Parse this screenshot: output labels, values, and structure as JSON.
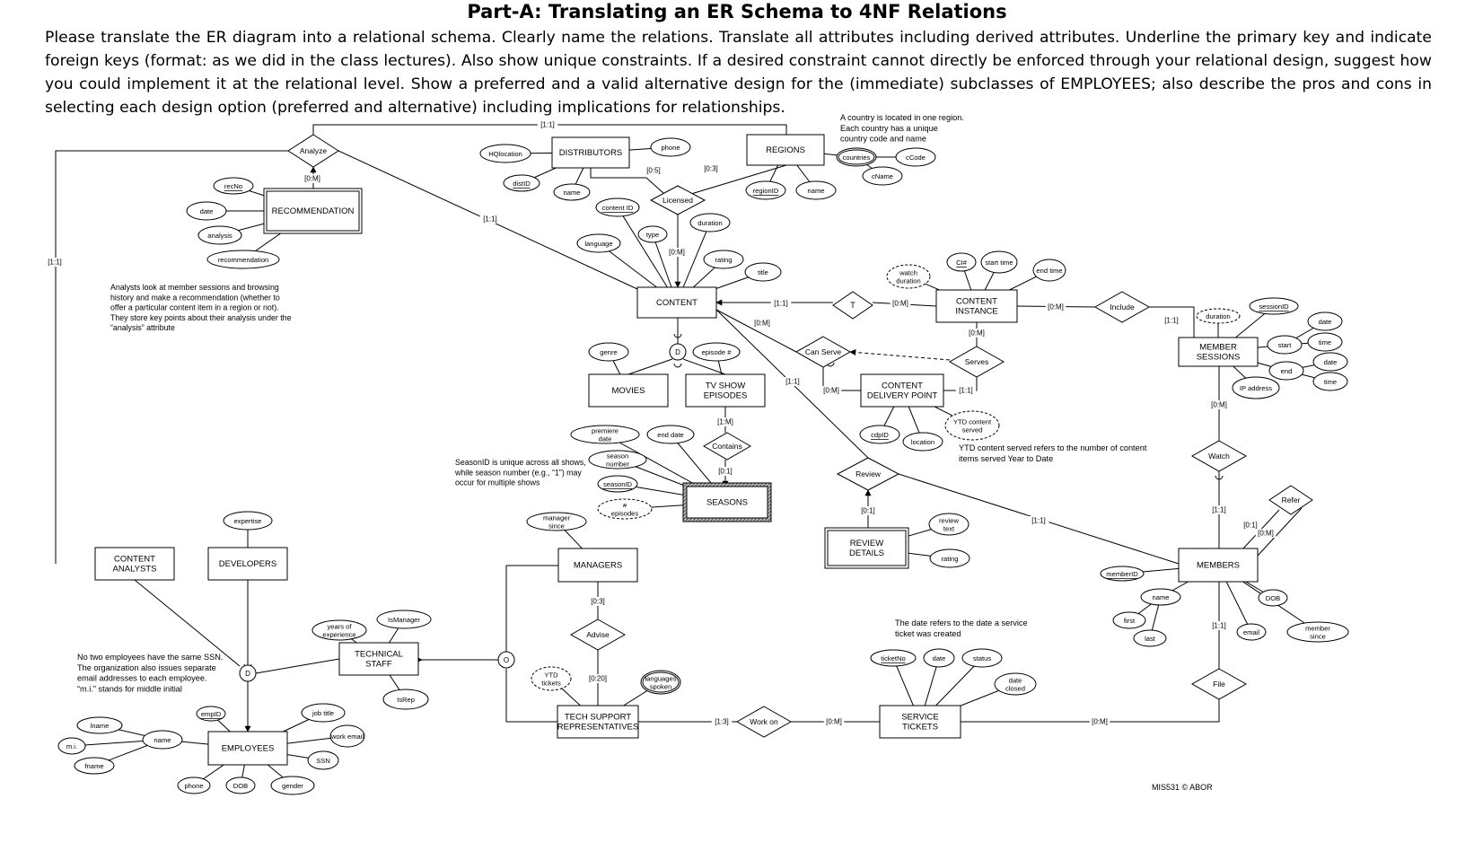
{
  "title": "Part-A:  Translating an ER Schema to 4NF Relations",
  "instructions": "Please translate the ER diagram into a relational schema. Clearly name the relations. Translate all attributes including derived attributes. Underline the primary key and indicate foreign keys (format: as we did in the class lectures). Also show unique constraints. If a desired constraint cannot directly be enforced through your relational design, suggest how you could implement it at the relational level. Show a preferred and a valid alternative design for the (immediate) subclasses of EMPLOYEES; also describe the pros and cons in selecting each design option (preferred and alternative) including implications for relationships.",
  "copyright": "MIS531 © ABOR",
  "entities": [
    {
      "id": "distributors",
      "label": "DISTRIBUTORS"
    },
    {
      "id": "regions",
      "label": "REGIONS"
    },
    {
      "id": "recommendation",
      "label": "RECOMMENDATION",
      "kind": "weak"
    },
    {
      "id": "content",
      "label": "CONTENT"
    },
    {
      "id": "content_instance",
      "label": "CONTENT INSTANCE"
    },
    {
      "id": "member_sessions",
      "label": "MEMBER SESSIONS"
    },
    {
      "id": "movies",
      "label": "MOVIES"
    },
    {
      "id": "tv_show_episodes",
      "label": "TV SHOW EPISODES"
    },
    {
      "id": "content_delivery_point",
      "label": "CONTENT DELIVERY POINT"
    },
    {
      "id": "seasons",
      "label": "SEASONS",
      "kind": "weak"
    },
    {
      "id": "review_details",
      "label": "REVIEW DETAILS",
      "kind": "weak"
    },
    {
      "id": "content_analysts",
      "label": "CONTENT ANALYSTS"
    },
    {
      "id": "developers",
      "label": "DEVELOPERS"
    },
    {
      "id": "managers",
      "label": "MANAGERS"
    },
    {
      "id": "members",
      "label": "MEMBERS"
    },
    {
      "id": "technical_staff",
      "label": "TECHNICAL STAFF"
    },
    {
      "id": "tech_support_reps",
      "label": "TECH SUPPORT REPRESENTATIVES"
    },
    {
      "id": "service_tickets",
      "label": "SERVICE TICKETS"
    },
    {
      "id": "employees",
      "label": "EMPLOYEES"
    }
  ],
  "relationships": [
    {
      "id": "analyze",
      "label": "Analyze"
    },
    {
      "id": "licensed",
      "label": "Licensed"
    },
    {
      "id": "t",
      "label": "T"
    },
    {
      "id": "include",
      "label": "Include"
    },
    {
      "id": "can_serve",
      "label": "Can Serve"
    },
    {
      "id": "serves",
      "label": "Serves"
    },
    {
      "id": "contains",
      "label": "Contains"
    },
    {
      "id": "watch",
      "label": "Watch"
    },
    {
      "id": "review",
      "label": "Review"
    },
    {
      "id": "refer",
      "label": "Refer"
    },
    {
      "id": "advise",
      "label": "Advise"
    },
    {
      "id": "file",
      "label": "File"
    },
    {
      "id": "work_on",
      "label": "Work on"
    }
  ],
  "attributes": [
    {
      "id": "hqlocation",
      "label": "HQlocation"
    },
    {
      "id": "phone_dist",
      "label": "phone"
    },
    {
      "id": "distid",
      "label": "distID",
      "key": true
    },
    {
      "id": "name_dist",
      "label": "name"
    },
    {
      "id": "countries",
      "label": "countries",
      "multivalued": true
    },
    {
      "id": "ccode",
      "label": "cCode"
    },
    {
      "id": "cname",
      "label": "cName"
    },
    {
      "id": "regionid",
      "label": "regionID",
      "key": true
    },
    {
      "id": "name_region",
      "label": "name"
    },
    {
      "id": "recno",
      "label": "recNo",
      "key": true
    },
    {
      "id": "date_rec",
      "label": "date"
    },
    {
      "id": "analysis",
      "label": "analysis"
    },
    {
      "id": "recommendation_attr",
      "label": "recommendation"
    },
    {
      "id": "contentid",
      "label": "content ID",
      "key": true
    },
    {
      "id": "type",
      "label": "type"
    },
    {
      "id": "duration",
      "label": "duration"
    },
    {
      "id": "language",
      "label": "language"
    },
    {
      "id": "rating_content",
      "label": "rating"
    },
    {
      "id": "title_attr",
      "label": "title"
    },
    {
      "id": "watch_duration",
      "label": "watch duration",
      "derived": true
    },
    {
      "id": "ci_num",
      "label": "CI#",
      "key": true
    },
    {
      "id": "start_time_ci",
      "label": "start time"
    },
    {
      "id": "end_time_ci",
      "label": "end time"
    },
    {
      "id": "duration_ms",
      "label": "duration",
      "derived": true
    },
    {
      "id": "sessionid",
      "label": "sessionID",
      "key": true
    },
    {
      "id": "start_ms",
      "label": "start"
    },
    {
      "id": "end_ms",
      "label": "end"
    },
    {
      "id": "date_start",
      "label": "date"
    },
    {
      "id": "time_start",
      "label": "time"
    },
    {
      "id": "date_end",
      "label": "date"
    },
    {
      "id": "time_end",
      "label": "time"
    },
    {
      "id": "ip_address",
      "label": "IP address"
    },
    {
      "id": "genre",
      "label": "genre"
    },
    {
      "id": "episode_num",
      "label": "episode #"
    },
    {
      "id": "cdpid",
      "label": "cdpID",
      "key": true
    },
    {
      "id": "location",
      "label": "location"
    },
    {
      "id": "ytd_content_served",
      "label": "YTD content served",
      "derived": true
    },
    {
      "id": "premiere_date",
      "label": "premiere date"
    },
    {
      "id": "end_date",
      "label": "end date"
    },
    {
      "id": "season_number",
      "label": "season number"
    },
    {
      "id": "seasonid",
      "label": "seasonID",
      "key": true
    },
    {
      "id": "num_episodes",
      "label": "# episodes",
      "derived": true
    },
    {
      "id": "review_text",
      "label": "review text"
    },
    {
      "id": "rating_review",
      "label": "rating"
    },
    {
      "id": "expertise",
      "label": "expertise"
    },
    {
      "id": "manager_since",
      "label": "manager since"
    },
    {
      "id": "memberid",
      "label": "memberID",
      "key": true
    },
    {
      "id": "name_member",
      "label": "name"
    },
    {
      "id": "first",
      "label": "first"
    },
    {
      "id": "last",
      "label": "last"
    },
    {
      "id": "dob_member",
      "label": "DOB"
    },
    {
      "id": "email_member",
      "label": "email"
    },
    {
      "id": "member_since",
      "label": "member since"
    },
    {
      "id": "years_of_experience",
      "label": "years of experience"
    },
    {
      "id": "ismanager",
      "label": "IsManager"
    },
    {
      "id": "isrep",
      "label": "IsRep"
    },
    {
      "id": "ytd_tickets",
      "label": "YTD tickets",
      "derived": true
    },
    {
      "id": "languages_spoken",
      "label": "languages spoken",
      "multivalued": true
    },
    {
      "id": "ticketno",
      "label": "ticketNo",
      "key": true
    },
    {
      "id": "date_ticket",
      "label": "date"
    },
    {
      "id": "status",
      "label": "status"
    },
    {
      "id": "date_closed",
      "label": "date closed"
    },
    {
      "id": "empid",
      "label": "empID",
      "key": true
    },
    {
      "id": "job_title",
      "label": "job title"
    },
    {
      "id": "work_email",
      "label": "work email"
    },
    {
      "id": "ssn",
      "label": "SSN"
    },
    {
      "id": "lname",
      "label": "lname"
    },
    {
      "id": "mi",
      "label": "m.i."
    },
    {
      "id": "fname",
      "label": "fname"
    },
    {
      "id": "name_emp",
      "label": "name"
    },
    {
      "id": "phone_emp",
      "label": "phone"
    },
    {
      "id": "dob_emp",
      "label": "DOB"
    },
    {
      "id": "gender",
      "label": "gender"
    }
  ],
  "specializations": [
    {
      "id": "content_disjoint",
      "label": "D"
    },
    {
      "id": "employees_disjoint",
      "label": "D"
    },
    {
      "id": "tech_staff_overlap",
      "label": "O"
    }
  ],
  "cardinalities": [
    {
      "id": "c_analyze_regions",
      "label": "[1:1]"
    },
    {
      "id": "c_analyze_rec",
      "label": "[0:M]"
    },
    {
      "id": "c_analyze_content",
      "label": "[1:1]"
    },
    {
      "id": "c_analyze_analysts",
      "label": "[1:1]"
    },
    {
      "id": "c_licensed_dist",
      "label": "[0:5]"
    },
    {
      "id": "c_licensed_regions",
      "label": "[0:3]"
    },
    {
      "id": "c_licensed_content",
      "label": "[0:M]"
    },
    {
      "id": "c_t_content",
      "label": "[1:1]"
    },
    {
      "id": "c_t_ci",
      "label": "[0:M]"
    },
    {
      "id": "c_include_ci",
      "label": "[0:M]"
    },
    {
      "id": "c_include_ms",
      "label": "[1:1]"
    },
    {
      "id": "c_ci_serves",
      "label": "[0:M]"
    },
    {
      "id": "c_content_canserve",
      "label": "[0:M]"
    },
    {
      "id": "c_canserve_cdp",
      "label": "[0:M]"
    },
    {
      "id": "c_serves_cdp",
      "label": "[1:1]"
    },
    {
      "id": "c_content_review",
      "label": "[1:1]"
    },
    {
      "id": "c_tv_contains",
      "label": "[1:M]"
    },
    {
      "id": "c_contains_seasons",
      "label": "[0:1]"
    },
    {
      "id": "c_review_details",
      "label": "[0:1]"
    },
    {
      "id": "c_review_members",
      "label": "[1:1]"
    },
    {
      "id": "c_watch_ms",
      "label": "[0:M]"
    },
    {
      "id": "c_watch_members",
      "label": "[1:1]"
    },
    {
      "id": "c_refer_a",
      "label": "[0:1]"
    },
    {
      "id": "c_refer_b",
      "label": "[0:M]"
    },
    {
      "id": "c_members_file",
      "label": "[1:1]"
    },
    {
      "id": "c_managers_advise",
      "label": "[0:3]"
    },
    {
      "id": "c_advise_reps",
      "label": "[0:20]"
    },
    {
      "id": "c_reps_workon",
      "label": "[1:3]"
    },
    {
      "id": "c_workon_tickets",
      "label": "[0:M]"
    },
    {
      "id": "c_file_tickets",
      "label": "[0:M]"
    }
  ],
  "notes": {
    "country": [
      "A country is located in one region.",
      "Each country has a unique",
      "country code and name"
    ],
    "analysts": [
      "Analysts look at member sessions and browsing",
      "history and make a recommendation (whether to",
      "offer a particular content item in a region or not).",
      "They store key points about their analysis under the",
      "“analysis” attribute"
    ],
    "season": [
      "SeasonID is unique across all shows,",
      "while season number (e.g., “1”) may",
      "occur for multiple shows"
    ],
    "ytd": [
      "YTD content served refers to the number of content",
      "items served Year to Date"
    ],
    "employees": [
      "No two employees have the same SSN.",
      "The organization also issues separate",
      "email addresses to each employee.",
      "“m.i.” stands for middle initial"
    ],
    "ticket": [
      "The date refers to the date a service",
      "ticket was created"
    ]
  }
}
